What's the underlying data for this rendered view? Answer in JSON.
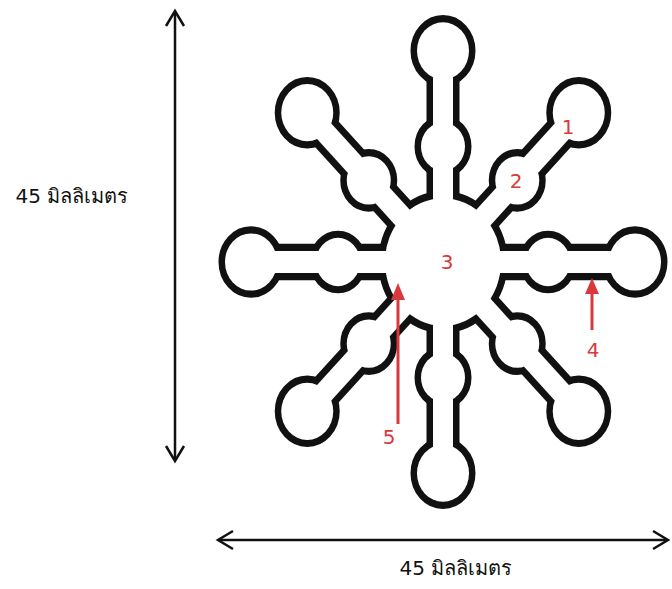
{
  "diagram": {
    "labels": [
      "45 มิลลิเมตร",
      "1",
      "2",
      "3",
      "4",
      "5",
      "45 มิลลิเมตร"
    ]
  }
}
